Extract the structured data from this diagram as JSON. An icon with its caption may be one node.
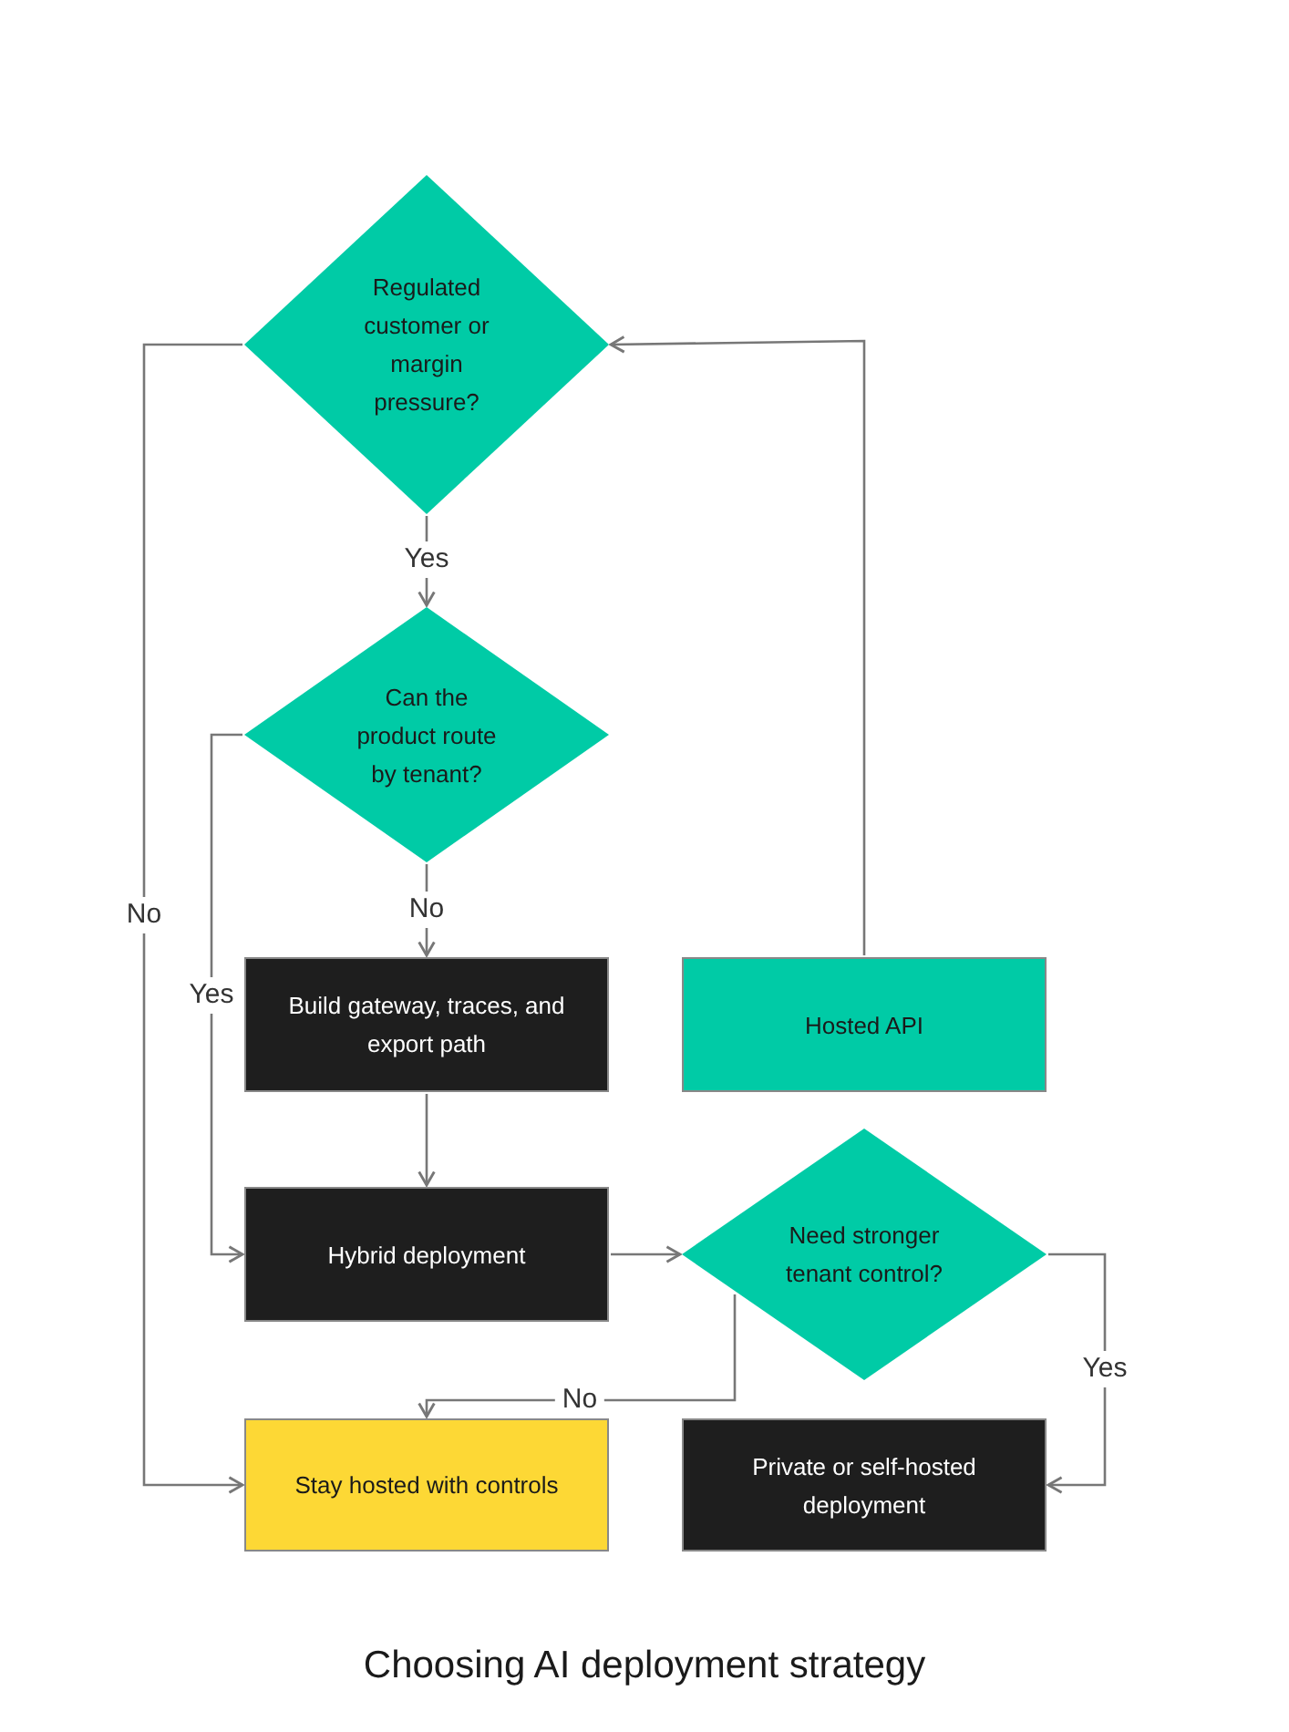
{
  "diagram": {
    "caption": "Choosing AI deployment strategy",
    "nodes": [
      {
        "text": [
          "Regulated customer or margin pressure?"
        ]
      },
      {
        "text": [
          "Can the product route by tenant?"
        ]
      },
      {
        "text": [
          "Build gateway, traces, and export path"
        ]
      },
      {
        "text": [
          "Hosted API"
        ]
      },
      {
        "text": [
          "Hybrid deployment"
        ]
      },
      {
        "text": [
          "Need stronger tenant control?"
        ]
      },
      {
        "text": [
          "Stay hosted with controls"
        ]
      },
      {
        "text": [
          "Private or self-hosted deployment"
        ]
      }
    ],
    "edges": [
      {
        "from": 3,
        "to": 0,
        "arrow": "to"
      },
      {
        "from": 0,
        "to": 1,
        "arrow": "to",
        "label": "Yes"
      },
      {
        "from": 0,
        "to": 6,
        "arrow": "to",
        "label": "No"
      },
      {
        "from": 1,
        "to": 2,
        "arrow": "to",
        "label": "No"
      },
      {
        "from": 1,
        "to": 4,
        "arrow": "to",
        "label": "Yes"
      },
      {
        "from": 2,
        "to": 4,
        "arrow": "to"
      },
      {
        "from": 4,
        "to": 5,
        "arrow": "to"
      },
      {
        "from": 5,
        "to": 6,
        "arrow": "to",
        "label": "No"
      },
      {
        "from": 5,
        "to": 7,
        "arrow": "to",
        "label": "Yes"
      }
    ]
  }
}
